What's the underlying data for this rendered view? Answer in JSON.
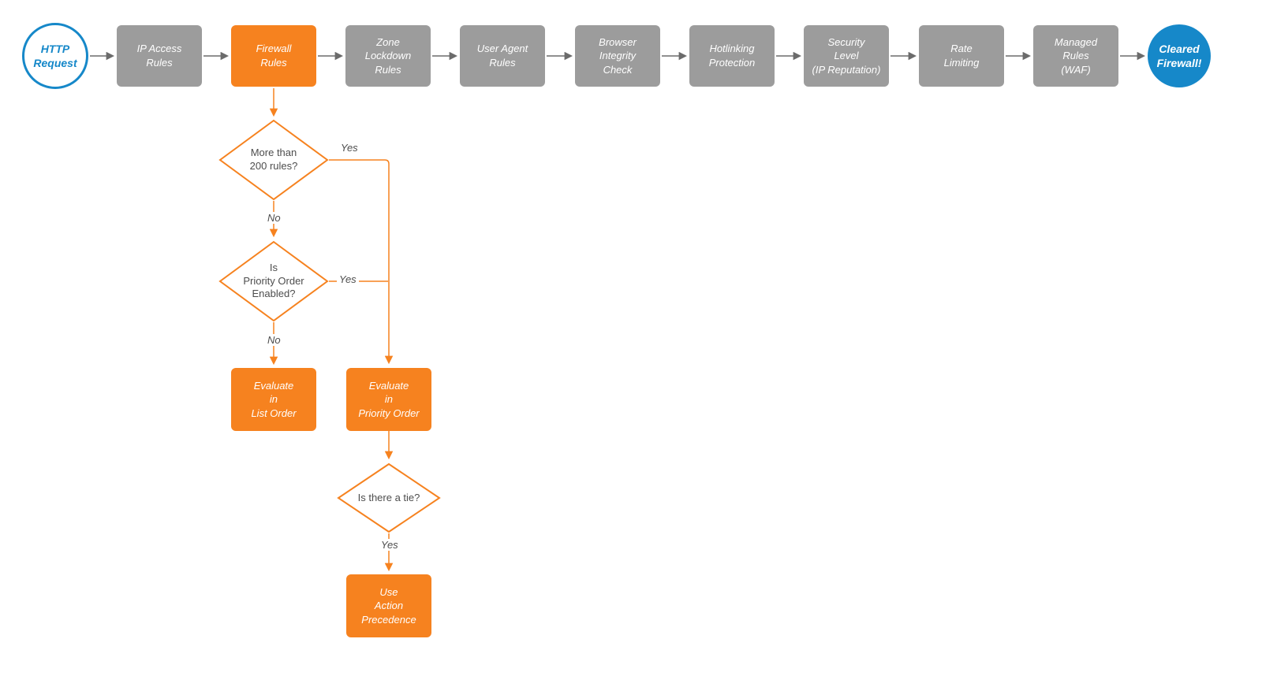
{
  "colors": {
    "pipeline_gray": "#9C9C9C",
    "accent_orange": "#F6821F",
    "accent_blue": "#1688C9",
    "connector_gray": "#6B6B6B",
    "decision_text": "#4d4d4d",
    "background": "#ffffff"
  },
  "flow": {
    "start": {
      "label": "HTTP\nRequest"
    },
    "pipeline": [
      {
        "label": "IP Access\nRules"
      },
      {
        "label": "Firewall\nRules",
        "highlighted": true
      },
      {
        "label": "Zone\nLockdown\nRules"
      },
      {
        "label": "User Agent\nRules"
      },
      {
        "label": "Browser\nIntegrity\nCheck"
      },
      {
        "label": "Hotlinking\nProtection"
      },
      {
        "label": "Security\nLevel\n(IP Reputation)"
      },
      {
        "label": "Rate\nLimiting"
      },
      {
        "label": "Managed\nRules\n(WAF)"
      }
    ],
    "end": {
      "label": "Cleared\nFirewall!"
    },
    "decisions": [
      {
        "label": "More than\n200 rules?"
      },
      {
        "label": "Is\nPriority Order\nEnabled?"
      },
      {
        "label": "Is there a tie?"
      }
    ],
    "actions": [
      {
        "label": "Evaluate\nin\nList Order"
      },
      {
        "label": "Evaluate\nin\nPriority Order"
      },
      {
        "label": "Use\nAction\nPrecedence"
      }
    ],
    "edge_labels": [
      {
        "text": "Yes"
      },
      {
        "text": "No"
      },
      {
        "text": "Yes"
      },
      {
        "text": "No"
      },
      {
        "text": "Yes"
      }
    ]
  }
}
